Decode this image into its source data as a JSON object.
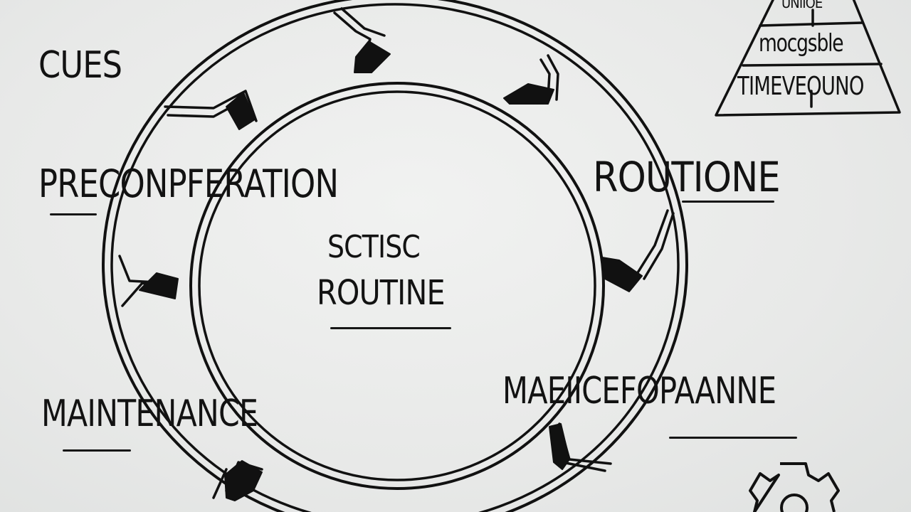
{
  "diagram": {
    "center": {
      "line1": "SCTISC",
      "line2": "ROUTINE"
    },
    "labels": {
      "cues": "CUES",
      "preconpferation": "PRECONPFERATION",
      "maintenance": "MAINTENANCE",
      "routione": "ROUTIONE",
      "maeiicefopaanne": "MAEIICEFOPAANNE"
    },
    "pyramid": {
      "top": "UNIIOE",
      "middle": "mocgsble",
      "bottom": "TIMEVEOUNO"
    },
    "icons": [
      "gear-icon"
    ],
    "colors": {
      "ink": "#121212",
      "board": "#e9ebea"
    }
  }
}
